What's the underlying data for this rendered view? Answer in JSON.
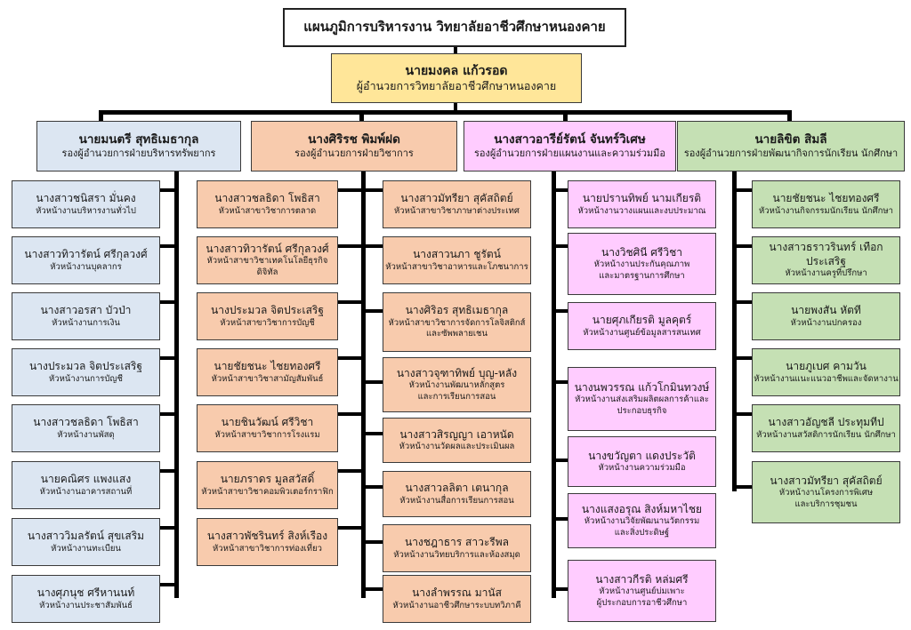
{
  "title": "แผนภูมิการบริหารงาน  วิทยาลัยอาชีวศึกษาหนองคาย",
  "director": {
    "name": "นายมงคล  แก้วรอด",
    "position": "ผู้อำนวยการวิทยาลัยอาชีวศึกษาหนองคาย"
  },
  "divisions": [
    {
      "name": "นายมนตรี  สุทธิเมธากุล",
      "position": "รองผู้อำนวยการฝ่ายบริหารทรัพยากร",
      "color": "#dce6f2",
      "staff": [
        {
          "name": "นางสาวชนิสรา  มั่นคง",
          "position": [
            "หัวหน้างานบริหารงานทั่วไป"
          ]
        },
        {
          "name": "นางสาวทิวารัตน์  ศรีกุลวงศ์",
          "position": [
            "หัวหน้างานบุคลากร"
          ]
        },
        {
          "name": "นางสาวอรสา  บัวป่า",
          "position": [
            "หัวหน้างานการเงิน"
          ]
        },
        {
          "name": "นางประมวล  จิตประเสริฐ",
          "position": [
            "หัวหน้างานการบัญชี"
          ]
        },
        {
          "name": "นางสาวชลธิดา  โพธิสา",
          "position": [
            "หัวหน้างานพัสดุ"
          ]
        },
        {
          "name": "นายคณิศร  แพงแสง",
          "position": [
            "หัวหน้างานอาคารสถานที่"
          ]
        },
        {
          "name": "นางสาววิมลรัตน์  สุขเสริม",
          "position": [
            "หัวหน้างานทะเบียน"
          ]
        },
        {
          "name": "นางศุภนุช  ศรีหานนท์",
          "position": [
            "หัวหน้างานประชาสัมพันธ์"
          ]
        }
      ]
    },
    {
      "name": "นางศิริรช  พิมพ์ฝด",
      "position": "รองผู้อำนวยการฝ่ายวิชาการ",
      "color": "#f8cbad",
      "staff_left": [
        {
          "name": "นางสาวชลธิดา  โพธิสา",
          "position": [
            "หัวหน้าสาขาวิชาการตลาด"
          ]
        },
        {
          "name": "นางสาวทิวารัตน์  ศรีกุลวงศ์",
          "position": [
            "หัวหน้าสาขาวิชาเทคโนโลยีธุรกิจดิจิทัล"
          ]
        },
        {
          "name": "นางประมวล  จิตประเสริฐ",
          "position": [
            "หัวหน้าสาขาวิชาการบัญชี"
          ]
        },
        {
          "name": "นายชัยชนะ  ไชยทองศรี",
          "position": [
            "หัวหน้าสาขาวิชาสามัญสัมพันธ์"
          ]
        },
        {
          "name": "นายชินวัฒน์  ศรีวิชา",
          "position": [
            "หัวหน้าสาขาวิชาการโรงแรม"
          ]
        },
        {
          "name": "นายภราดร  มูลสวัสดิ์",
          "position": [
            "หัวหน้าสาขาวิชาคอมพิวเตอร์กราฟิก"
          ]
        },
        {
          "name": "นางสาวพัชรินทร์  สิงห์เรือง",
          "position": [
            "หัวหน้าสาขาวิชาการท่องเที่ยว"
          ]
        }
      ],
      "staff_right": [
        {
          "name": "นางสาวมัทรียา  สุคัสถิตย์",
          "position": [
            "หัวหน้าสาขาวิชาภาษาต่างประเทศ"
          ]
        },
        {
          "name": "นางสาวนภา  ชูรัตน์",
          "position": [
            "หัวหน้าสาขาวิชาอาหารและโภชนาการ"
          ]
        },
        {
          "name": "นางศิริอร  สุทธิเมธากุล",
          "position": [
            "หัวหน้าสาขาวิชาการจัดการโลจิสติกส์",
            "และซัพพลายเชน"
          ]
        },
        {
          "name": "นางสาวจุฑาทิพย์  บุญ-หลัง",
          "position": [
            "หัวหน้างานพัฒนาหลักสูตร",
            "และการเรียนการสอน"
          ]
        },
        {
          "name": "นางสาวสิรญญา  เอาหนัด",
          "position": [
            "หัวหน้างานวัดผลและประเมินผล"
          ]
        },
        {
          "name": "นางสาวลลิตา  เตนากุล",
          "position": [
            "หัวหน้างานสื่อการเรียนการสอน"
          ]
        },
        {
          "name": "นางชฎาธาร  สาวะรีพล",
          "position": [
            "หัวหน้างานวิทยบริการและห้องสมุด"
          ]
        },
        {
          "name": "นางลำพรรณ  มานัส",
          "position": [
            "หัวหน้างานอาชีวศึกษาระบบทวิภาคี"
          ]
        }
      ]
    },
    {
      "name": "นางสาวอารีย์รัตน์  จันทร์วิเศษ",
      "position": "รองผู้อำนวยการฝ่ายแผนงานและความร่วมมือ",
      "color": "#ffccff",
      "staff": [
        {
          "name": "นายปรานทิพย์  นามเกียรติ",
          "position": [
            "หัวหน้างานวางแผนและงบประมาณ"
          ]
        },
        {
          "name": "นางวิชศินี  ศรีวิชา",
          "position": [
            "หัวหน้างานประกันคุณภาพ",
            "และมาตรฐานการศึกษา"
          ]
        },
        {
          "name": "นายศุภเกียรติ  มูลคุตร์",
          "position": [
            "หัวหน้างานศูนย์ข้อมูลสารสนเทศ"
          ]
        },
        {
          "name": "นางนพวรรณ  แก้วโกมินทวงษ์",
          "position": [
            "หัวหน้างานส่งเสริมผลิตผลการค้าและ",
            "ประกอบธุรกิจ"
          ]
        },
        {
          "name": "นางขวัญตา  แดงประวัติ",
          "position": [
            "หัวหน้างานความร่วมมือ"
          ]
        },
        {
          "name": "นางแสงอรุณ  สิงห์มหาไชย",
          "position": [
            "หัวหน้างานวิจัยพัฒนานวัตกรรม",
            "และสิ่งประดิษฐ์"
          ]
        },
        {
          "name": "นางสาวกีรติ  หล่มศรี",
          "position": [
            "หัวหน้างานศูนย์บ่มเพาะ",
            "ผู้ประกอบการอาชีวศึกษา"
          ]
        }
      ]
    },
    {
      "name": "นายลิขิต  สิมลี",
      "position": "รองผู้อำนวยการฝ่ายพัฒนากิจการนักเรียน นักศึกษา",
      "color": "#c5e0b4",
      "staff": [
        {
          "name": "นายชัยชนะ  ไชยทองศรี",
          "position": [
            "หัวหน้างานกิจกรรมนักเรียน นักศึกษา"
          ]
        },
        {
          "name": "นางสาวธราวรินทร์  เทือกประเสริฐ",
          "position": [
            "หัวหน้างานครูที่ปรึกษา"
          ]
        },
        {
          "name": "นายพงสัน  หัตที",
          "position": [
            "หัวหน้างานปกครอง"
          ]
        },
        {
          "name": "นายภูเบศ  คามวัน",
          "position": [
            "หัวหน้างานแนะแนวอาชีพและจัดหางาน"
          ]
        },
        {
          "name": "นางสาวอัญชลี  ประทุมทีป",
          "position": [
            "หัวหน้างานสวัสดิการนักเรียน นักศึกษา"
          ]
        },
        {
          "name": "นางสาวมัทรียา  สุคัสถิตย์",
          "position": [
            "หัวหน้างานโครงการพิเศษ",
            "และบริการชุมชน"
          ]
        }
      ]
    }
  ]
}
